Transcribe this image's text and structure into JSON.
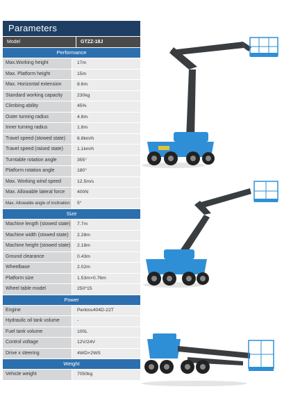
{
  "title": "Parameters",
  "header": {
    "key": "Model",
    "value": "GTZZ-18J"
  },
  "sections": [
    {
      "name": "Performance",
      "rows": [
        {
          "k": "Max.Working height",
          "v": "17m"
        },
        {
          "k": "Max. Platform height",
          "v": "15m"
        },
        {
          "k": "Max. Horizontal extension",
          "v": "8.6m"
        },
        {
          "k": "Standard working capacity",
          "v": "230kg"
        },
        {
          "k": "Climbing ability",
          "v": "45%"
        },
        {
          "k": "Outer turning radius",
          "v": "4.8m"
        },
        {
          "k": "Inner turning radius",
          "v": "1.8m"
        },
        {
          "k": "Travel speed (stowed state)",
          "v": "6.8km/h"
        },
        {
          "k": "Travel speed (raised state)",
          "v": "1.1km/h"
        },
        {
          "k": "Turntable rotation angle",
          "v": "355°"
        },
        {
          "k": "Platform rotation angle",
          "v": "180°"
        },
        {
          "k": "Max. Working wind speed",
          "v": "12.5m/s"
        },
        {
          "k": "Max. Allowable lateral force",
          "v": "400N"
        },
        {
          "k": "Max. Allowable angle of inclination",
          "v": "5°"
        }
      ]
    },
    {
      "name": "Size",
      "rows": [
        {
          "k": "Machine length (stowed state)",
          "v": "7.7m"
        },
        {
          "k": "Machine width (stowed state)",
          "v": "2.28m"
        },
        {
          "k": "Machine height (stowed state)",
          "v": "2.18m"
        },
        {
          "k": "Ground clearance",
          "v": "0.43m"
        },
        {
          "k": "Wheelbase",
          "v": "2.02m"
        },
        {
          "k": "Platform size",
          "v": "1.53m×0.76m"
        },
        {
          "k": "Wheel table model",
          "v": "250*15"
        }
      ]
    },
    {
      "name": "Power",
      "rows": [
        {
          "k": "Engine",
          "v": "Perkins404D-22T"
        },
        {
          "k": "Hydraulic oil tank volume",
          "v": "-"
        },
        {
          "k": "Fuel tank volume",
          "v": "100L"
        },
        {
          "k": "Control voltage",
          "v": "12V/24V"
        },
        {
          "k": "Drive x steering",
          "v": "4WD×2WS"
        }
      ]
    },
    {
      "name": "Weight",
      "rows": [
        {
          "k": "Vehicle weight",
          "v": "7050kg"
        }
      ]
    }
  ],
  "colors": {
    "title_bg": "#1e3f63",
    "section_bg": "#2c6fae",
    "key_bg": "#d5d6d8",
    "value_bg": "#ececed",
    "machine_body": "#2f8fd6",
    "boom": "#3a3d40"
  },
  "images": [
    "boom-lift-fully-extended",
    "boom-lift-mid-extended",
    "boom-lift-stowed"
  ]
}
